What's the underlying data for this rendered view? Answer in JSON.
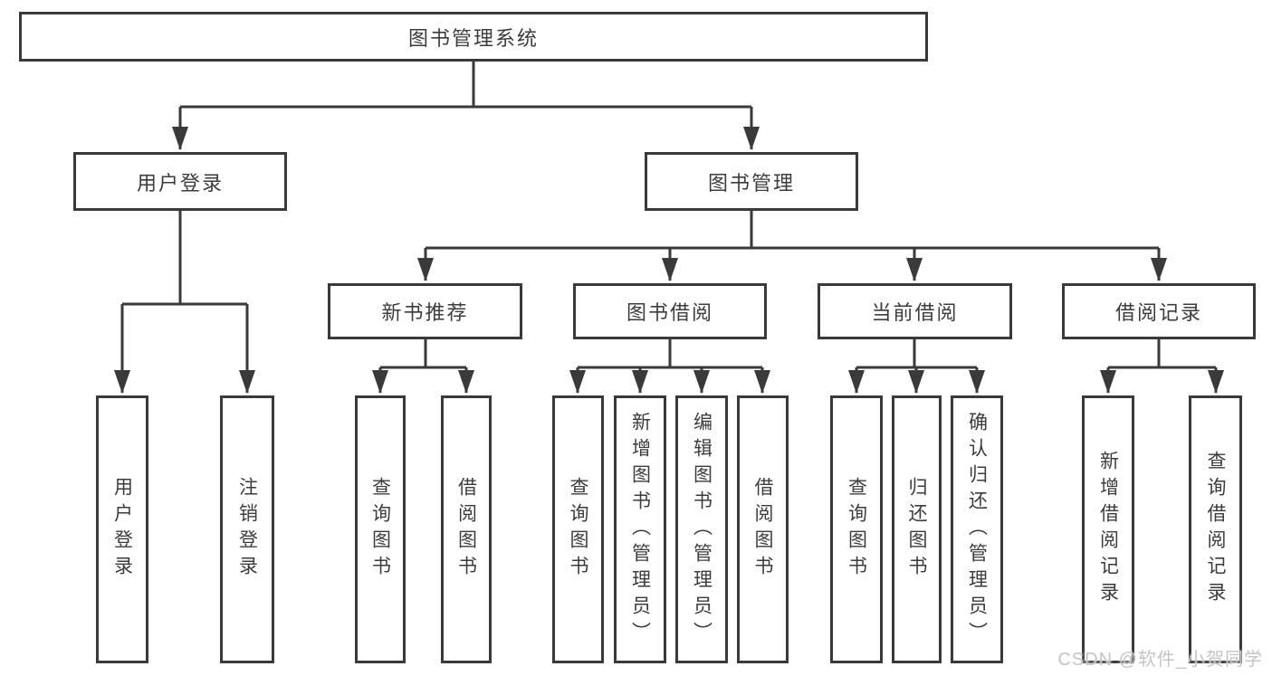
{
  "nodes": {
    "root": {
      "label": "图书管理系统"
    },
    "user_login": {
      "label": "用户登录"
    },
    "book_mgmt": {
      "label": "图书管理"
    },
    "new_book_rec": {
      "label": "新书推荐"
    },
    "book_borrow": {
      "label": "图书借阅"
    },
    "current_borrow": {
      "label": "当前借阅"
    },
    "borrow_records": {
      "label": "借阅记录"
    },
    "leaf_user_login": {
      "label": "用户登录"
    },
    "leaf_logout": {
      "label": "注销登录"
    },
    "rec_query_books": {
      "label": "查询图书"
    },
    "rec_borrow_books": {
      "label": "借阅图书"
    },
    "bb_query_books": {
      "label": "查询图书"
    },
    "bb_add_books": {
      "label": "新增图书（管理员）"
    },
    "bb_edit_books": {
      "label": "编辑图书（管理员）"
    },
    "bb_borrow_books": {
      "label": "借阅图书"
    },
    "cb_query_books": {
      "label": "查询图书"
    },
    "cb_return_books": {
      "label": "归还图书"
    },
    "cb_confirm_return": {
      "label": "确认归还（管理员）"
    },
    "br_add_record": {
      "label": "新增借阅记录"
    },
    "br_query_record": {
      "label": "查询借阅记录"
    }
  },
  "colors": {
    "line": "#3a3a3a",
    "text": "#3c3c3c",
    "watermark": "#c4c4c4",
    "background": "#ffffff"
  },
  "watermark": "CSDN @软件_小贺同学"
}
